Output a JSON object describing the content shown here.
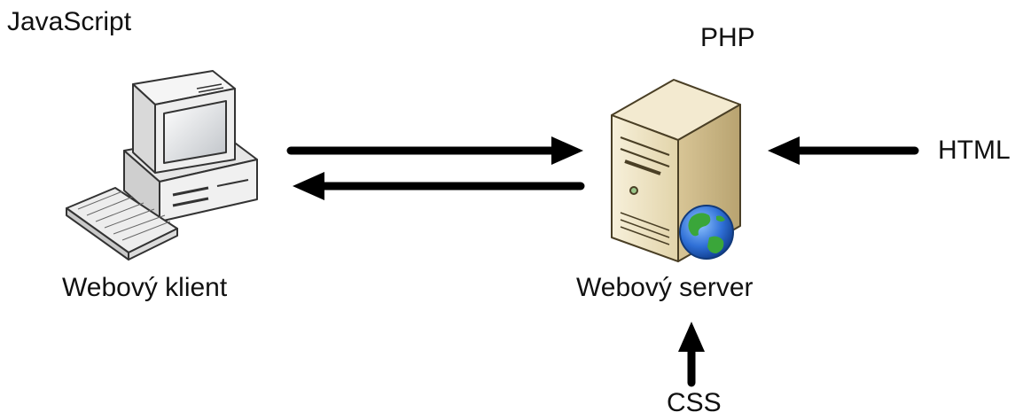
{
  "labels": {
    "client_language": "JavaScript",
    "server_language": "PHP",
    "client_name": "Webový klient",
    "server_name": "Webový server",
    "html_input": "HTML",
    "css_input": "CSS"
  },
  "icons": {
    "client": "desktop-computer-icon",
    "server": "web-server-icon",
    "globe": "globe-icon"
  },
  "colors": {
    "arrow": "#000000",
    "server_body": "#efe4c3",
    "monitor_body": "#f2f2f2",
    "globe_ocean": "#2f6fd6",
    "globe_land": "#3aa63a"
  }
}
